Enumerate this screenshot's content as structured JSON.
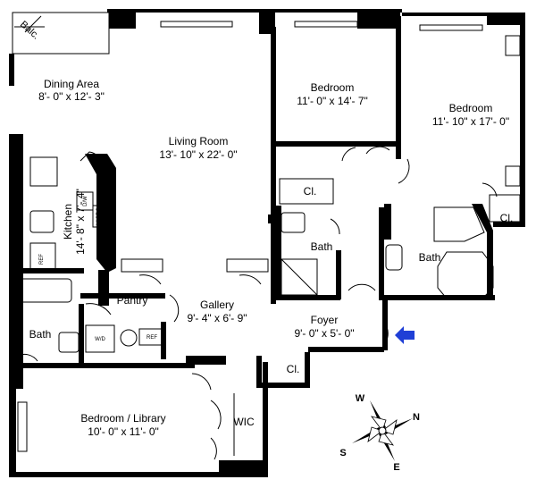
{
  "rooms": {
    "balcony": "Balc.",
    "dining": {
      "name": "Dining Area",
      "dim": "8'- 0\" x 12'- 3\""
    },
    "living": {
      "name": "Living Room",
      "dim": "13'- 10\" x 22'- 0\""
    },
    "bedroom1": {
      "name": "Bedroom",
      "dim": "11'- 0\" x 14'- 7\""
    },
    "bedroom2": {
      "name": "Bedroom",
      "dim": "11'- 10\" x 17'- 0\""
    },
    "kitchen": {
      "name": "Kitchen",
      "dim": "14'- 8\" x 7'- 4\""
    },
    "pantry": "Pantry",
    "gallery": {
      "name": "Gallery",
      "dim": "9'- 4\" x 6'- 9\""
    },
    "foyer": {
      "name": "Foyer",
      "dim": "9'- 0\" x 5'- 0\""
    },
    "bath_left": "Bath",
    "bath_mid": "Bath",
    "bath_right": "Bath",
    "closet_foyer": "Cl.",
    "closet_bed1": "Cl.",
    "closet_bed2": "Cl.",
    "wic": "WIC",
    "bedroom_library": {
      "name": "Bedroom / Library",
      "dim": "10'- 0\" x 11'- 0\""
    }
  },
  "appliances": {
    "dw": "D/W",
    "micro": "MICRO",
    "ref_kitchen": "REF",
    "wd": "W/D",
    "ref_pantry": "REF"
  },
  "compass": {
    "w": "W",
    "n": "N",
    "s": "S",
    "e": "E"
  },
  "colors": {
    "wall": "#000000",
    "entry_arrow": "#1f3fd6"
  }
}
